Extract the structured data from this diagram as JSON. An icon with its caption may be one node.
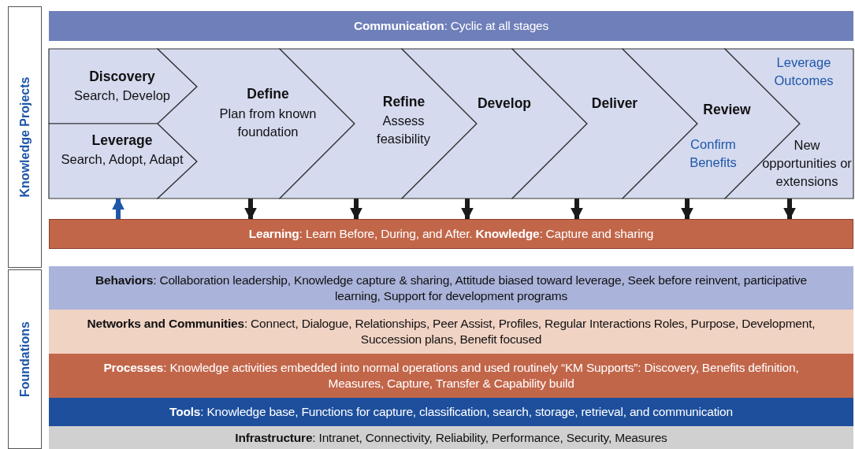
{
  "diagram": {
    "nodes": [
      {
        "text": [
          "Knowledge Projects"
        ]
      },
      {
        "text": [
          "**Communication**: Cyclic at all stages"
        ]
      },
      {
        "text": [
          "Discovery",
          "Search, Develop"
        ]
      },
      {
        "text": [
          "Leverage",
          "Search, Adopt, Adapt"
        ]
      },
      {
        "text": [
          "Define",
          "Plan from known foundation"
        ]
      },
      {
        "text": [
          "Refine",
          "Assess feasibility"
        ]
      },
      {
        "text": [
          "Develop"
        ]
      },
      {
        "text": [
          "Deliver"
        ]
      },
      {
        "text": [
          "Review",
          "Confirm Benefits"
        ]
      },
      {
        "text": [
          "Leverage Outcomes",
          "New opportunities or extensions"
        ]
      },
      {
        "text": [
          "**Learning**: Learn Before, During, and After. **Knowledge**: Capture and sharing"
        ]
      },
      {
        "text": [
          "Foundations"
        ]
      },
      {
        "text": [
          "**Behaviors**: Collaboration leadership, Knowledge capture & sharing, Attitude biased toward leverage, Seek before reinvent, participative learning, Support for development programs"
        ]
      },
      {
        "text": [
          "**Networks and Communities**: Connect, Dialogue, Relationships, Peer Assist, Profiles, Regular Interactions Roles, Purpose, Development, Succession plans, Benefit focused"
        ]
      },
      {
        "text": [
          "**Processes**: Knowledge activities embedded into normal operations and used routinely “KM Supports”: Discovery, Benefits definition, Measures, Capture, Transfer & Capability build"
        ]
      },
      {
        "text": [
          "**Tools**: Knowledge base, Functions for capture, classification, search, storage, retrieval, and communication"
        ]
      },
      {
        "text": [
          "**Infrastructure**: Intranet, Connectivity, Reliability, Performance, Security, Measures"
        ]
      }
    ],
    "edges": [
      {
        "from": 10,
        "to": 3,
        "arrow": "to",
        "color": "#1f57a8"
      },
      {
        "from": 4,
        "to": 10,
        "arrow": "to"
      },
      {
        "from": 5,
        "to": 10,
        "arrow": "to"
      },
      {
        "from": 6,
        "to": 10,
        "arrow": "to"
      },
      {
        "from": 7,
        "to": 10,
        "arrow": "to"
      },
      {
        "from": 8,
        "to": 10,
        "arrow": "to"
      },
      {
        "from": 9,
        "to": 10,
        "arrow": "to"
      }
    ]
  }
}
